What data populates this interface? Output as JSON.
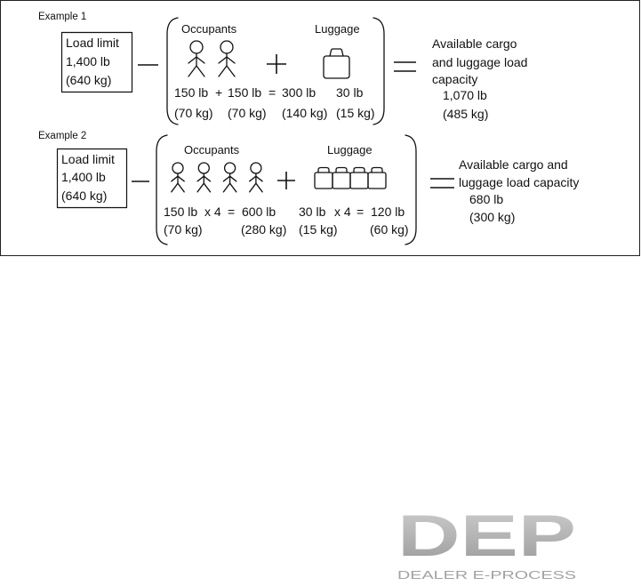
{
  "diagram": {
    "examples": [
      {
        "title": "Example 1",
        "load_limit": {
          "heading": "Load limit",
          "lb": "1,400 lb",
          "kg": "(640 kg)"
        },
        "occupants": {
          "label": "Occupants",
          "icon": "person-icon",
          "count": 2
        },
        "luggage": {
          "label": "Luggage",
          "icon": "suitcase-icon",
          "count": 1
        },
        "weights_lb": [
          "150 lb",
          "+",
          "150 lb",
          "=",
          "300 lb",
          "30 lb"
        ],
        "weights_kg": [
          "(70 kg)",
          "(70 kg)",
          "(140 kg)",
          "(15 kg)"
        ],
        "result": [
          "Available cargo",
          "and luggage load",
          "capacity",
          "1,070 lb",
          "(485 kg)"
        ]
      },
      {
        "title": "Example 2",
        "load_limit": {
          "heading": "Load limit",
          "lb": "1,400 lb",
          "kg": "(640 kg)"
        },
        "occupants": {
          "label": "Occupants",
          "icon": "person-icon",
          "count": 4
        },
        "luggage": {
          "label": "Luggage",
          "icon": "suitcase-icon",
          "count": 4
        },
        "weights_lb": [
          "150 lb",
          "x 4",
          "=",
          "600 lb",
          "30 lb",
          "x 4",
          "=",
          "120 lb"
        ],
        "weights_kg": [
          "(70 kg)",
          "(280 kg)",
          "(15 kg)",
          "(60 kg)"
        ],
        "result": [
          "Available cargo and",
          "luggage load capacity",
          "680 lb",
          "(300 kg)"
        ]
      }
    ]
  },
  "logo": {
    "wordmark": "DEP",
    "tagline": "DEALER E-PROCESS"
  },
  "colors": {
    "ink": "#111111",
    "frame": "#222222",
    "logo_light": "#d0d0d0",
    "logo_dark": "#9a9a9a",
    "tagline": "#a2a2a2"
  }
}
